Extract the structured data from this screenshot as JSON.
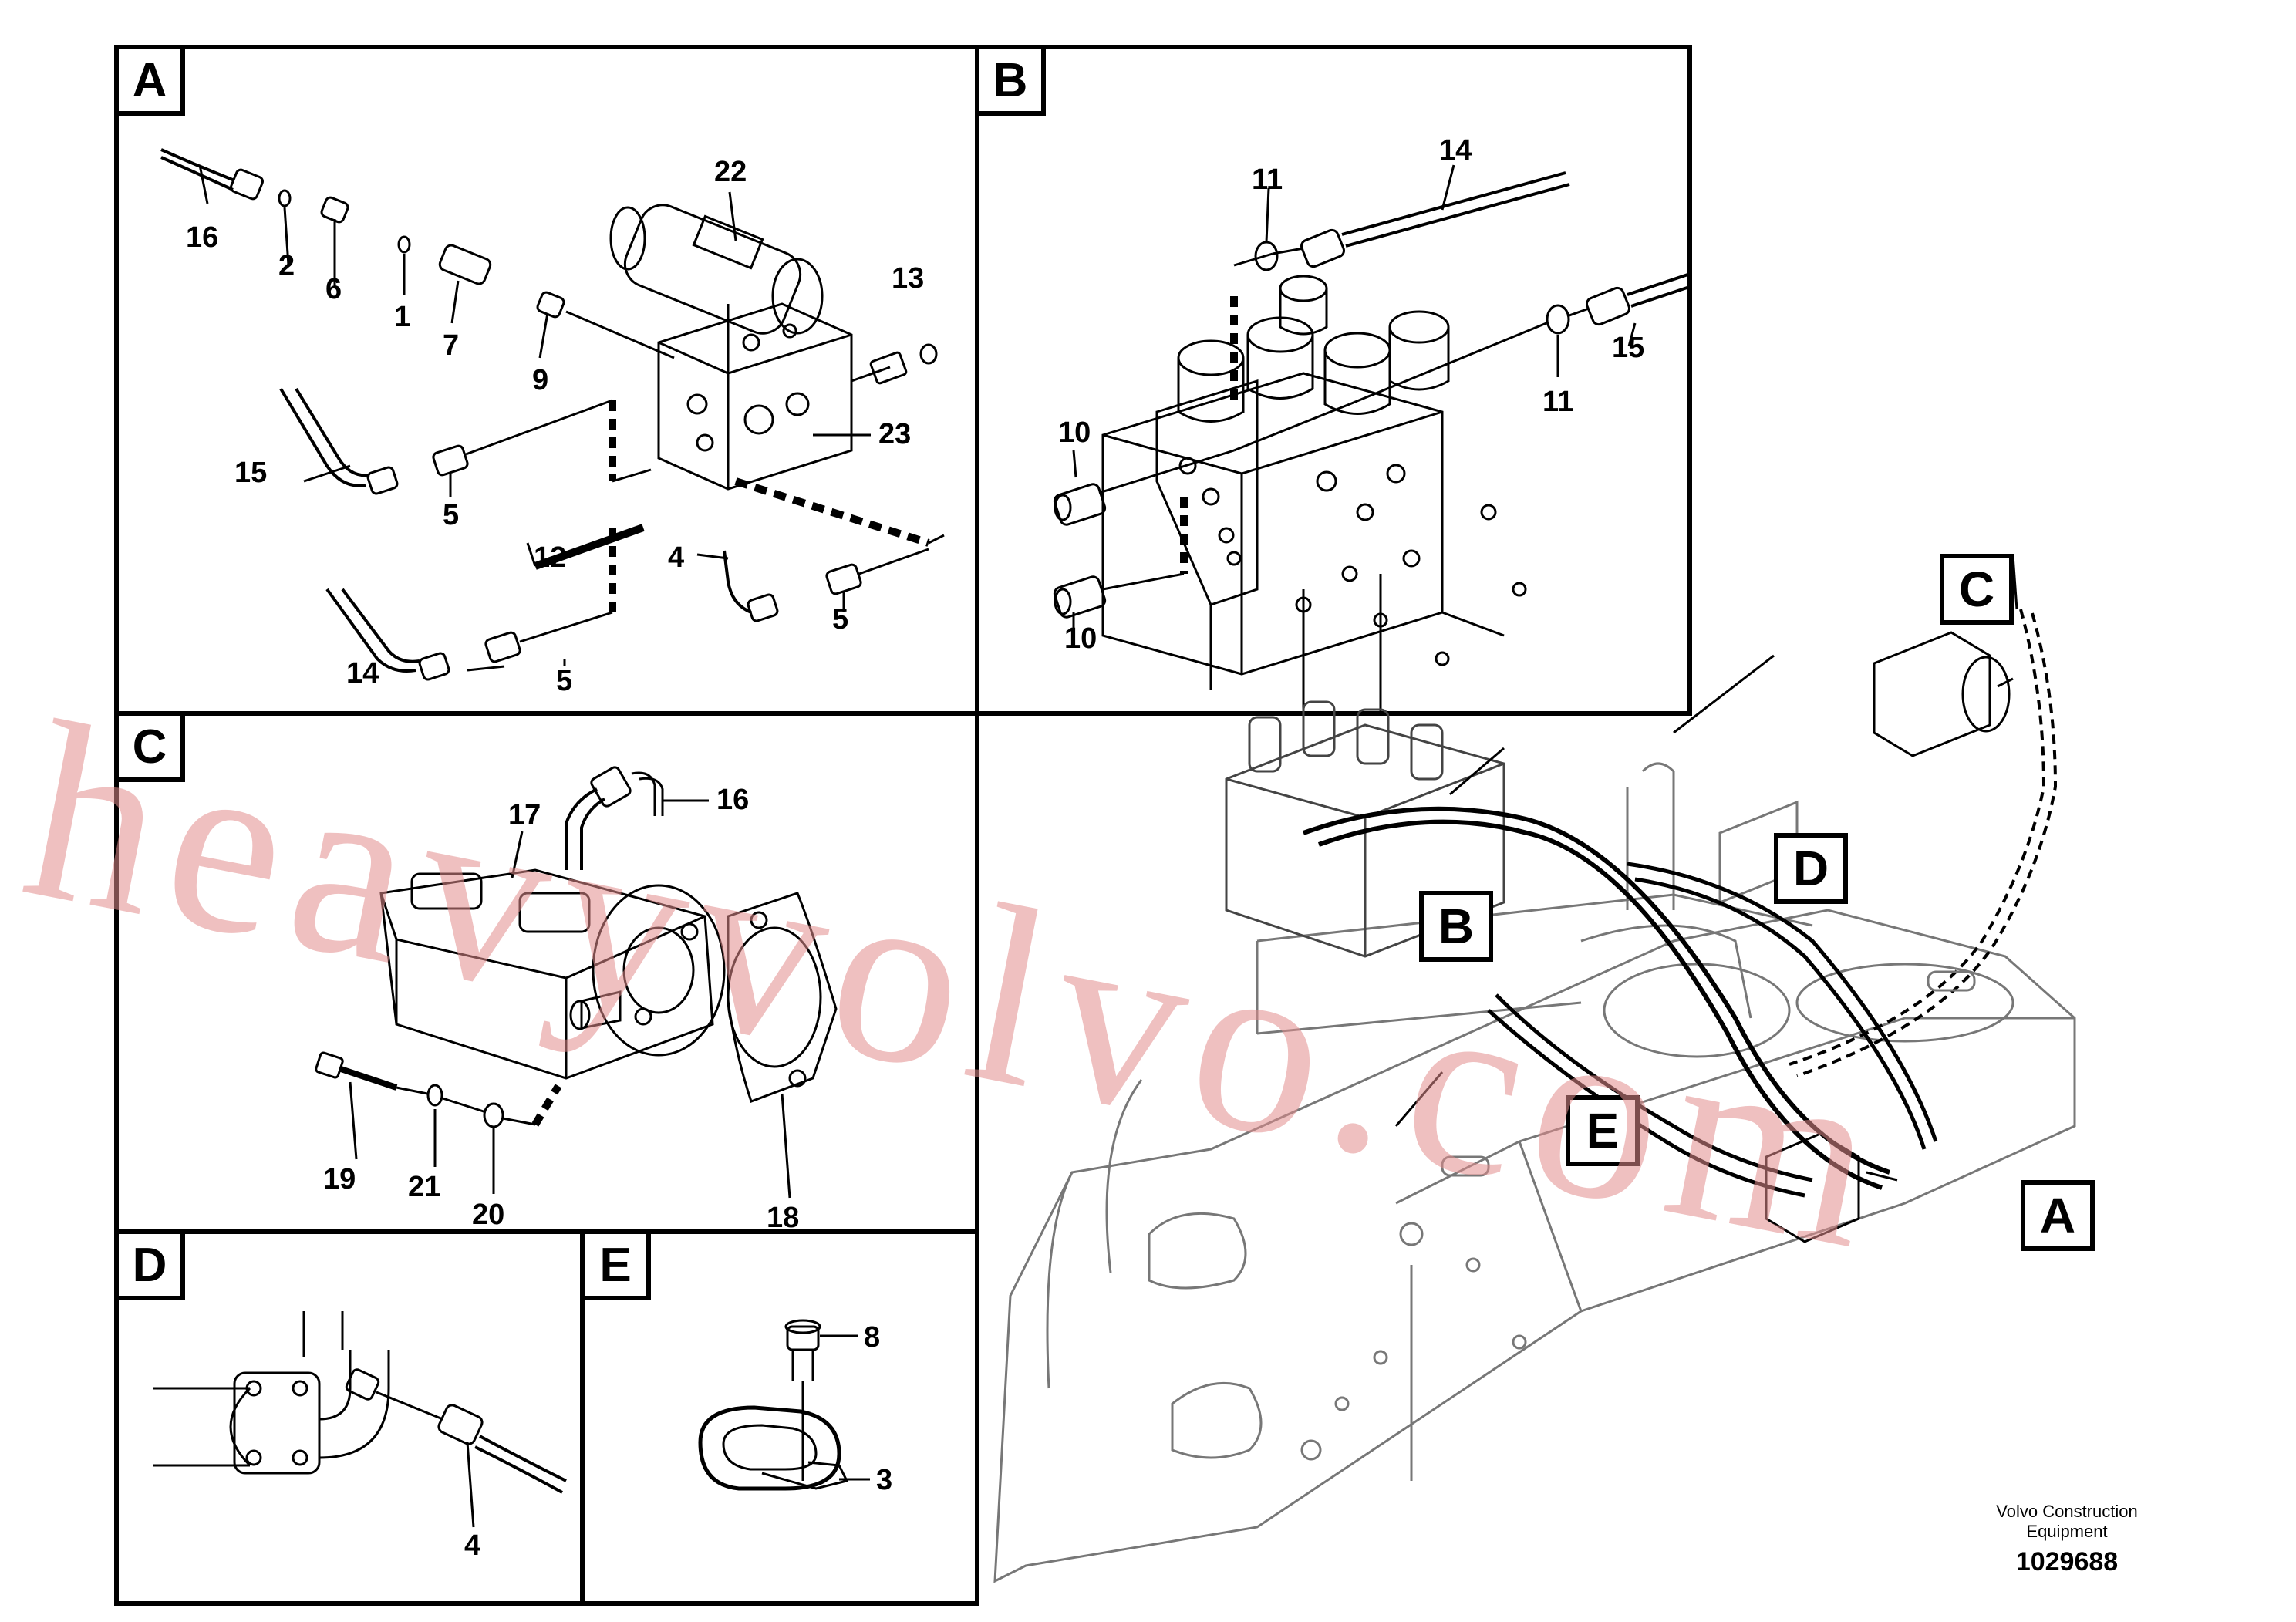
{
  "panels": {
    "A": {
      "tag": "A",
      "callouts": {
        "c16": "16",
        "c2": "2",
        "c6": "6",
        "c1": "1",
        "c7": "7",
        "c9": "9",
        "c22": "22",
        "c13": "13",
        "c23": "23",
        "c15": "15",
        "c5a": "5",
        "c12": "12",
        "c4": "4",
        "c5b": "5",
        "c14": "14",
        "c5c": "5"
      }
    },
    "B": {
      "tag": "B",
      "callouts": {
        "c11a": "11",
        "c14": "14",
        "c15": "15",
        "c11b": "11",
        "c10a": "10",
        "c10b": "10"
      }
    },
    "C": {
      "tag": "C",
      "callouts": {
        "c16": "16",
        "c17": "17",
        "c19": "19",
        "c21": "21",
        "c20": "20",
        "c18": "18"
      }
    },
    "D": {
      "tag": "D",
      "callouts": {
        "c4": "4"
      }
    },
    "E": {
      "tag": "E",
      "callouts": {
        "c8": "8",
        "c3": "3"
      }
    }
  },
  "overview_tags": {
    "C": "C",
    "D": "D",
    "B": "B",
    "E": "E",
    "A": "A"
  },
  "footer": {
    "company_line1": "Volvo Construction",
    "company_line2": "Equipment",
    "drawing_number": "1029688"
  },
  "watermark": "heavyvolvo.com",
  "colors": {
    "line": "#000000",
    "watermark": "#e08c8c"
  }
}
